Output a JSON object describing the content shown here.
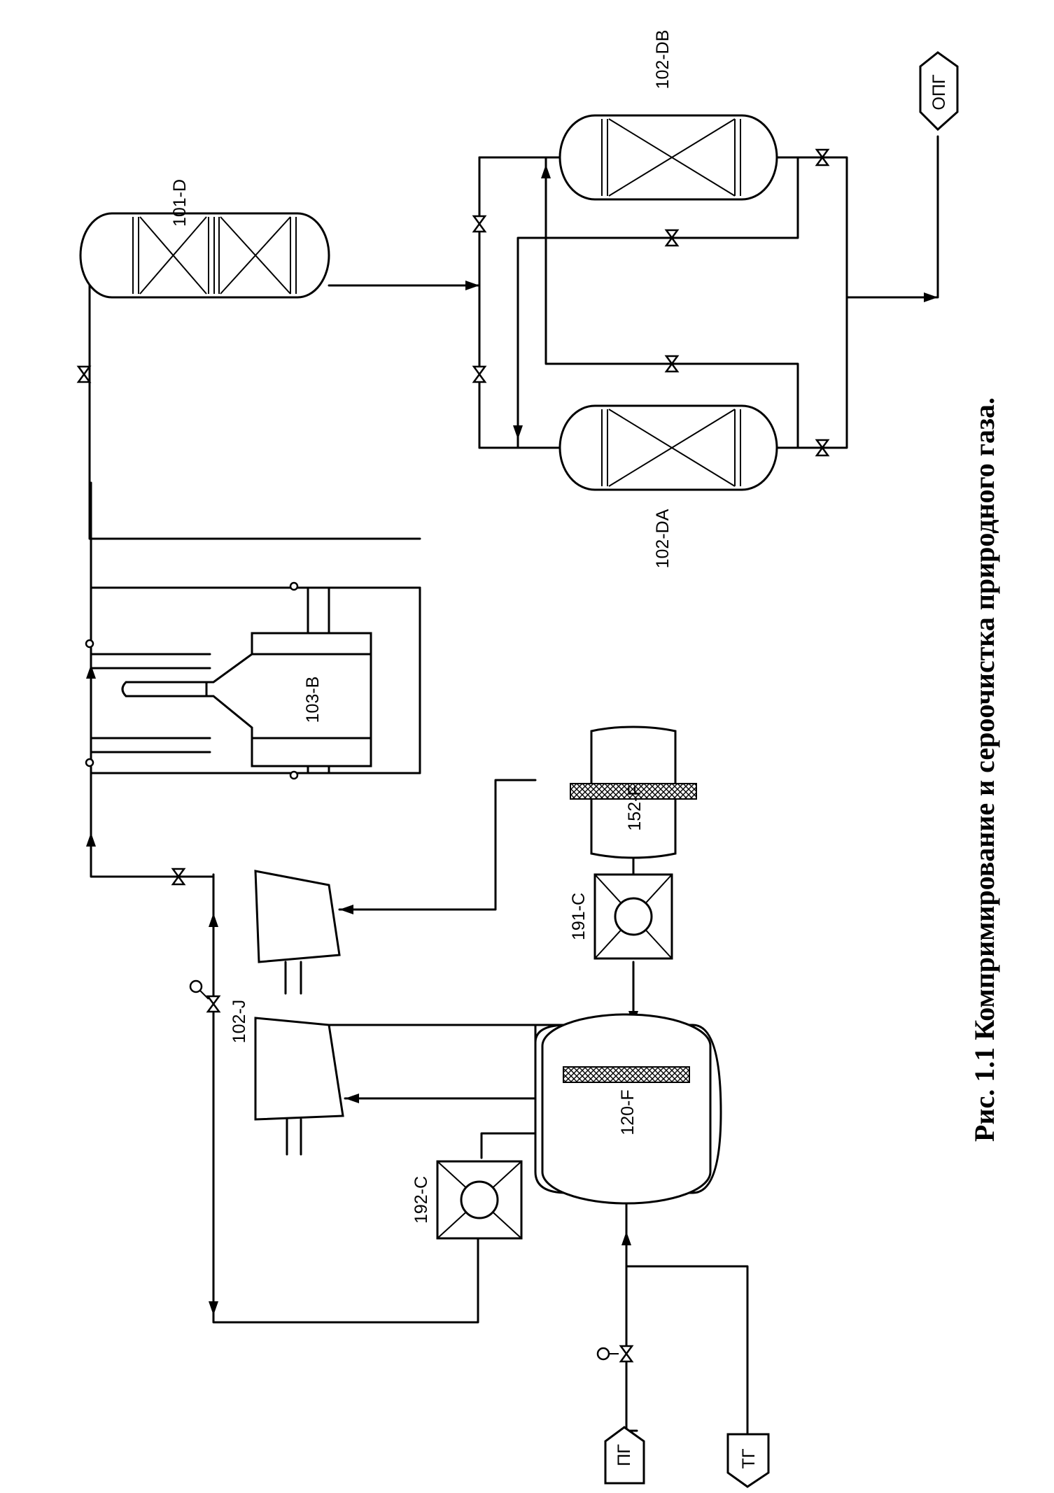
{
  "streams": {
    "natural_gas_in": "ПГ",
    "fuel_gas_out": "ТГ",
    "purified_gas_out": "ОПГ"
  },
  "equipment": {
    "cooler_192c": "192-С",
    "separator_120f": "120-F",
    "compressor_102j": "102-J",
    "cooler_191c": "191-С",
    "separator_152f": "152-F",
    "heater_103b": "103-В",
    "reactor_101d": "101-D",
    "adsorber_102da": "102-DA",
    "adsorber_102db": "102-DB"
  },
  "caption": "Рис. 1.1  Компримирование и сероочистка природного газа."
}
